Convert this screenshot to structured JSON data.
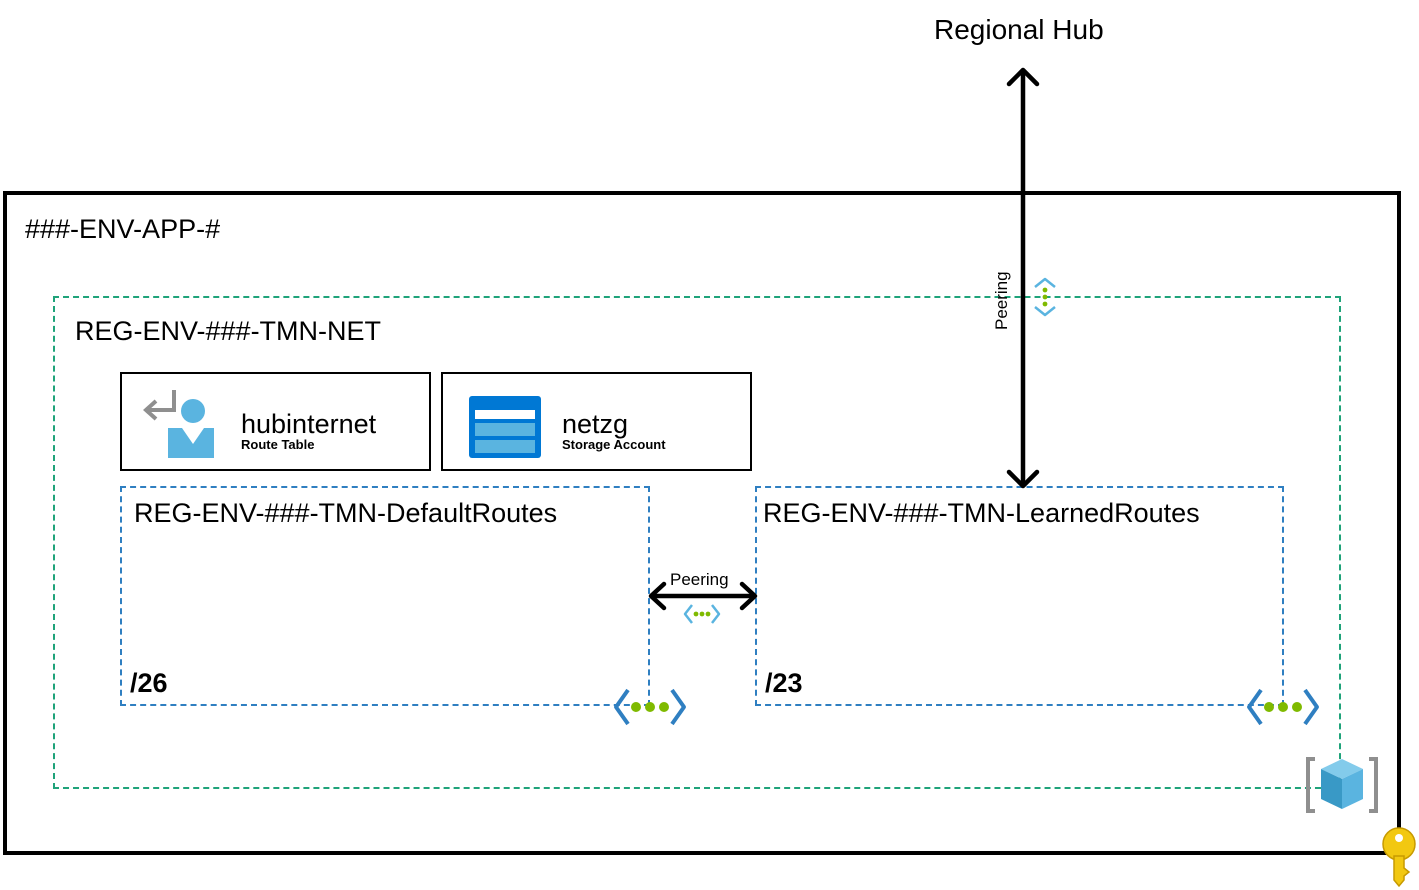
{
  "hub": {
    "label": "Regional Hub"
  },
  "resource_group": {
    "name": "###-ENV-APP-#",
    "key_icon": "key-icon"
  },
  "vnet": {
    "name": "REG-ENV-###-TMN-NET",
    "icon": "virtual-network-cube-icon"
  },
  "resources": [
    {
      "name": "hubinternet",
      "type": "Route Table",
      "icon": "route-table-icon"
    },
    {
      "name": "netzg",
      "type": "Storage Account",
      "icon": "storage-account-icon"
    }
  ],
  "subnets": [
    {
      "name": "REG-ENV-###-TMN-DefaultRoutes",
      "cidr": "/26",
      "icon": "subnet-icon"
    },
    {
      "name": "REG-ENV-###-TMN-LearnedRoutes",
      "cidr": "/23",
      "icon": "subnet-icon"
    }
  ],
  "peerings": [
    {
      "label": "Peering",
      "between": "Regional Hub / REG-ENV-###-TMN-LearnedRoutes",
      "icon": "peering-icon"
    },
    {
      "label": "Peering",
      "between": "REG-ENV-###-TMN-DefaultRoutes / REG-ENV-###-TMN-LearnedRoutes",
      "icon": "peering-icon"
    }
  ],
  "colors": {
    "vnet_border": "#1fa37a",
    "subnet_border": "#2f7fc1",
    "peering_dots": "#7fba00",
    "azure_blue": "#0078d4",
    "key": "#f2c811"
  }
}
